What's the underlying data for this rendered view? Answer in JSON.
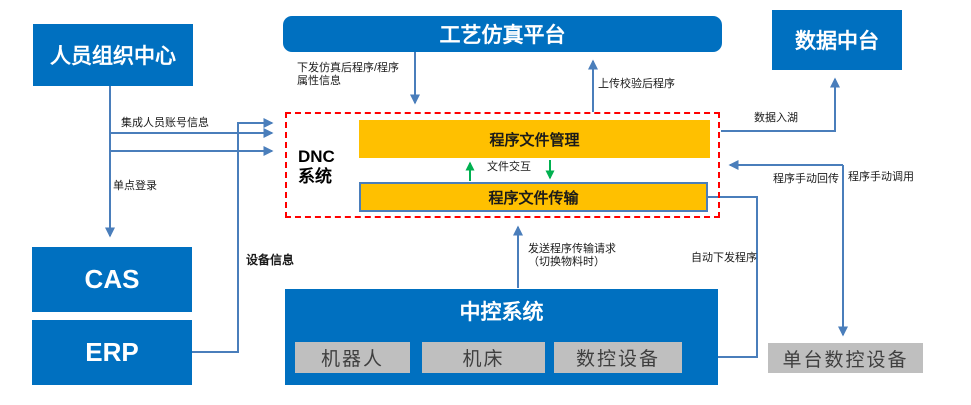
{
  "diagram": {
    "nodes": {
      "personnel_center": "人员组织中心",
      "simulation_platform": "工艺仿真平台",
      "data_platform": "数据中台",
      "cas": "CAS",
      "erp": "ERP",
      "dnc_system": "DNC\n系统",
      "program_file_management": "程序文件管理",
      "program_file_transfer": "程序文件传输",
      "central_control": "中控系统",
      "robot": "机器人",
      "machine_tool": "机床",
      "cnc_equipment": "数控设备",
      "single_cnc_equipment": "单台数控设备"
    },
    "edge_labels": {
      "send_simulated_program": "下发仿真后程序/程序\n属性信息",
      "upload_verified_program": "上传校验后程序",
      "integrate_account_info": "集成人员账号信息",
      "single_sign_on": "单点登录",
      "device_info": "设备信息",
      "data_into_lake": "数据入湖",
      "file_exchange": "文件交互",
      "manual_program_return": "程序手动回传",
      "manual_program_call": "程序手动调用",
      "auto_send_program": "自动下发程序",
      "send_transfer_request": "发送程序传输请求\n（切换物料时）"
    },
    "colors": {
      "node_blue": "#0070C0",
      "bar_yellow": "#FFC000",
      "gray_box": "#BFBFBF",
      "connector_blue": "#4A7EBB",
      "dnc_border_red": "#FF0000",
      "file_exchange_green": "#00B050"
    }
  }
}
